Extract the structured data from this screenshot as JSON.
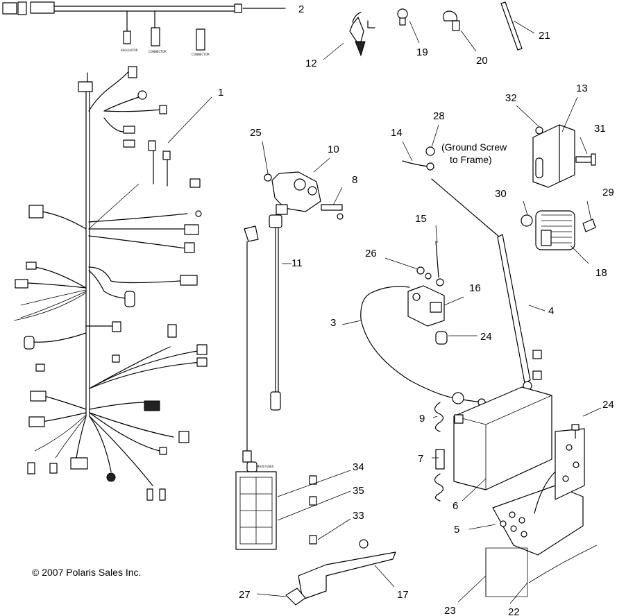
{
  "callouts": [
    "1",
    "2",
    "3",
    "4",
    "5",
    "6",
    "7",
    "8",
    "9",
    "10",
    "11",
    "12",
    "13",
    "14",
    "15",
    "16",
    "17",
    "18",
    "19",
    "20",
    "21",
    "22",
    "23",
    "24",
    "24",
    "25",
    "26",
    "27",
    "28",
    "29",
    "30",
    "31",
    "32",
    "33",
    "34",
    "35"
  ],
  "ground_note_line1": "(Ground Screw",
  "ground_note_line2": "to Frame)",
  "fuse_label": "MAXI FUSES",
  "copyright": "© 2007 Polaris Sales Inc."
}
